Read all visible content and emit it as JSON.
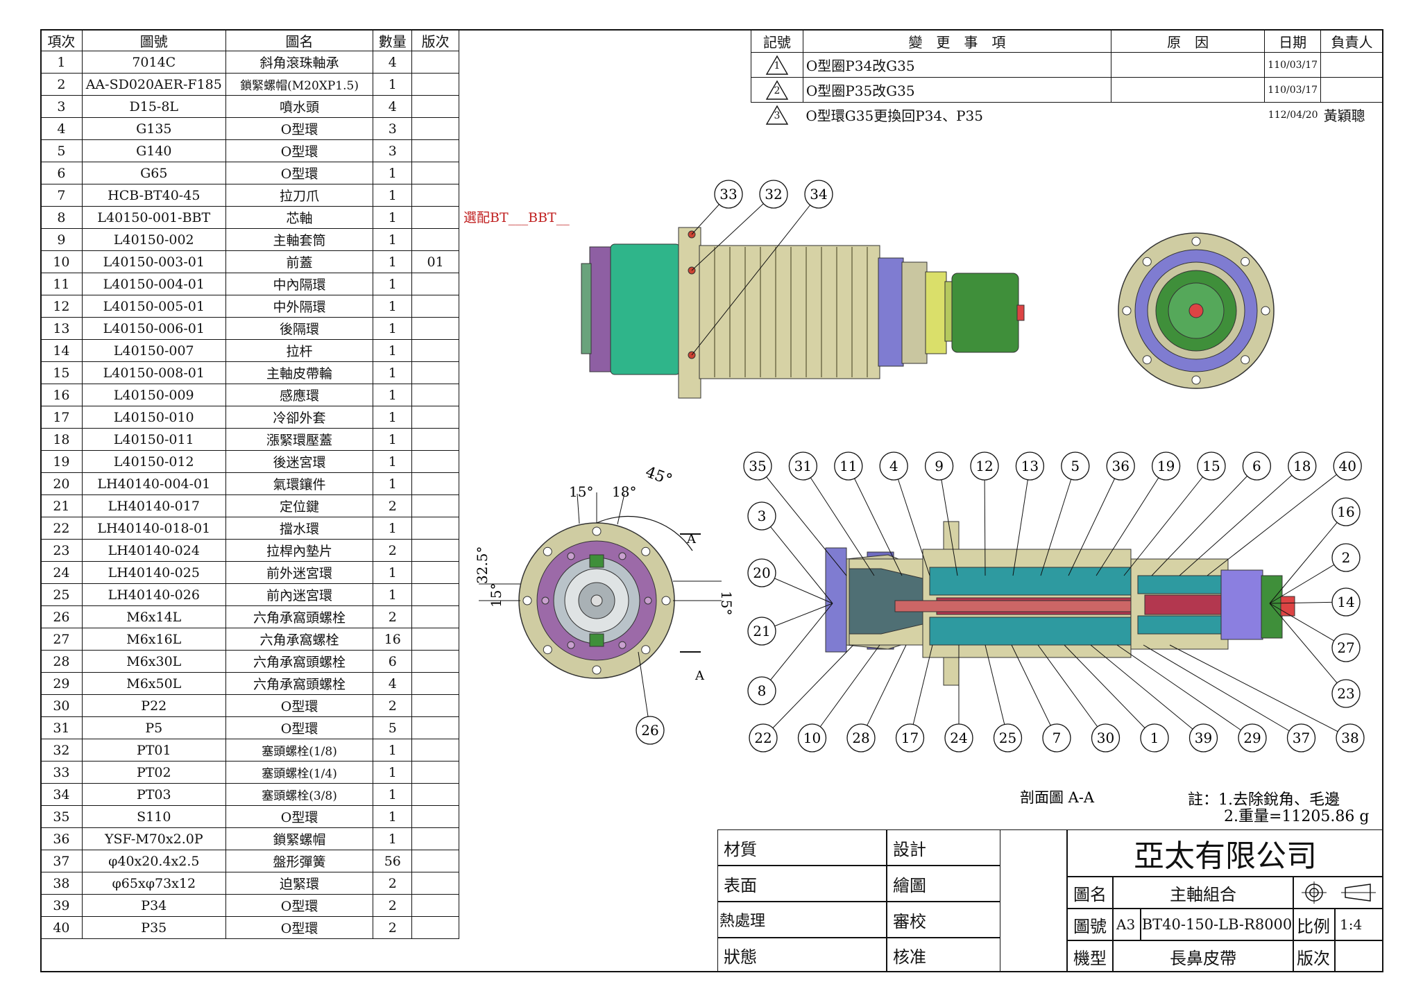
{
  "bom": {
    "headers": [
      "項次",
      "圖號",
      "圖名",
      "數量",
      "版次"
    ],
    "rows": [
      [
        "1",
        "7014C",
        "斜角滾珠軸承",
        "4",
        ""
      ],
      [
        "2",
        "AA-SD020AER-F185",
        "鎖緊螺帽(M20XP1.5)",
        "1",
        ""
      ],
      [
        "3",
        "D15-8L",
        "噴水頭",
        "4",
        ""
      ],
      [
        "4",
        "G135",
        "O型環",
        "3",
        ""
      ],
      [
        "5",
        "G140",
        "O型環",
        "3",
        ""
      ],
      [
        "6",
        "G65",
        "O型環",
        "1",
        ""
      ],
      [
        "7",
        "HCB-BT40-45",
        "拉刀爪",
        "1",
        ""
      ],
      [
        "8",
        "L40150-001-BBT",
        "芯軸",
        "1",
        ""
      ],
      [
        "9",
        "L40150-002",
        "主軸套筒",
        "1",
        ""
      ],
      [
        "10",
        "L40150-003-01",
        "前蓋",
        "1",
        "01"
      ],
      [
        "11",
        "L40150-004-01",
        "中內隔環",
        "1",
        ""
      ],
      [
        "12",
        "L40150-005-01",
        "中外隔環",
        "1",
        ""
      ],
      [
        "13",
        "L40150-006-01",
        "後隔環",
        "1",
        ""
      ],
      [
        "14",
        "L40150-007",
        "拉杆",
        "1",
        ""
      ],
      [
        "15",
        "L40150-008-01",
        "主軸皮帶輪",
        "1",
        ""
      ],
      [
        "16",
        "L40150-009",
        "感應環",
        "1",
        ""
      ],
      [
        "17",
        "L40150-010",
        "冷卻外套",
        "1",
        ""
      ],
      [
        "18",
        "L40150-011",
        "漲緊環壓蓋",
        "1",
        ""
      ],
      [
        "19",
        "L40150-012",
        "後迷宮環",
        "1",
        ""
      ],
      [
        "20",
        "LH40140-004-01",
        "氣環鑲件",
        "1",
        ""
      ],
      [
        "21",
        "LH40140-017",
        "定位鍵",
        "2",
        ""
      ],
      [
        "22",
        "LH40140-018-01",
        "擋水環",
        "1",
        ""
      ],
      [
        "23",
        "LH40140-024",
        "拉桿內墊片",
        "2",
        ""
      ],
      [
        "24",
        "LH40140-025",
        "前外迷宮環",
        "1",
        ""
      ],
      [
        "25",
        "LH40140-026",
        "前內迷宮環",
        "1",
        ""
      ],
      [
        "26",
        "M6x14L",
        "六角承窩頭螺栓",
        "2",
        ""
      ],
      [
        "27",
        "M6x16L",
        "六角承窩螺栓",
        "16",
        ""
      ],
      [
        "28",
        "M6x30L",
        "六角承窩頭螺栓",
        "6",
        ""
      ],
      [
        "29",
        "M6x50L",
        "六角承窩頭螺栓",
        "4",
        ""
      ],
      [
        "30",
        "P22",
        "O型環",
        "2",
        ""
      ],
      [
        "31",
        "P5",
        "O型環",
        "5",
        ""
      ],
      [
        "32",
        "PT01",
        "塞頭螺栓(1/8)",
        "1",
        ""
      ],
      [
        "33",
        "PT02",
        "塞頭螺栓(1/4)",
        "1",
        ""
      ],
      [
        "34",
        "PT03",
        "塞頭螺栓(3/8)",
        "1",
        ""
      ],
      [
        "35",
        "S110",
        "O型環",
        "1",
        ""
      ],
      [
        "36",
        "YSF-M70x2.0P",
        "鎖緊螺帽",
        "1",
        ""
      ],
      [
        "37",
        "φ40x20.4x2.5",
        "盤形彈簧",
        "56",
        ""
      ],
      [
        "38",
        "φ65xφ73x12",
        "迫緊環",
        "2",
        ""
      ],
      [
        "39",
        "P34",
        "O型環",
        "2",
        ""
      ],
      [
        "40",
        "P35",
        "O型環",
        "2",
        ""
      ]
    ]
  },
  "revisions": {
    "headers": [
      "記號",
      "變　更　事　項",
      "原　因",
      "日期",
      "負責人"
    ],
    "rows": [
      {
        "mark": "1",
        "change": "O型圈P34改G35",
        "reason": "",
        "date": "110/03/17",
        "person": ""
      },
      {
        "mark": "2",
        "change": "O型圈P35改G35",
        "reason": "",
        "date": "110/03/17",
        "person": ""
      },
      {
        "mark": "3",
        "change": "O型環G35更換回P34、P35",
        "reason": "",
        "date": "112/04/20",
        "person": "黃穎聰"
      }
    ]
  },
  "drawing": {
    "option_note": "選配BT___BBT__",
    "section_label": "剖面圖 A-A",
    "section_marker": "A",
    "angles": [
      "45°",
      "15°",
      "18°",
      "32.5°",
      "15°",
      "15°"
    ],
    "notes": [
      "註：1.去除銳角、毛邊",
      "2.重量=11205.86 g"
    ],
    "balloons_top": [
      "33",
      "32",
      "34"
    ],
    "balloons_front": [
      "26"
    ],
    "balloons_section_top": [
      "35",
      "31",
      "11",
      "4",
      "9",
      "12",
      "13",
      "5",
      "36",
      "19",
      "15",
      "6",
      "18",
      "40"
    ],
    "balloons_section_left": [
      "3",
      "20",
      "21",
      "8"
    ],
    "balloons_section_right": [
      "16",
      "2",
      "14",
      "27",
      "23"
    ],
    "balloons_section_bottom": [
      "22",
      "10",
      "28",
      "17",
      "24",
      "25",
      "7",
      "30",
      "1",
      "39",
      "29",
      "37",
      "38"
    ],
    "colors": {
      "housing": "#d6d2a5",
      "cover_green": "#2fb58a",
      "cover_pink": "#c97ec8",
      "pulley_blue": "#7f7cd1",
      "motor_green": "#3f8f3a",
      "section_teal": "#2e9aa0",
      "section_red": "#b3374f"
    }
  },
  "title_block": {
    "company": "亞太有限公司",
    "labels": {
      "material": "材質",
      "surface": "表面",
      "heat": "熱處理",
      "state": "狀態",
      "design": "設計",
      "draw": "繪圖",
      "review": "審校",
      "approve": "核准",
      "name": "圖名",
      "number": "圖號",
      "model": "機型",
      "scale": "比例",
      "version": "版次"
    },
    "name_value": "主軸組合",
    "sheet_size": "A3",
    "number_value": "BT40-150-LB-R8000",
    "scale_value": "1:4",
    "model_value": "長鼻皮帶"
  }
}
